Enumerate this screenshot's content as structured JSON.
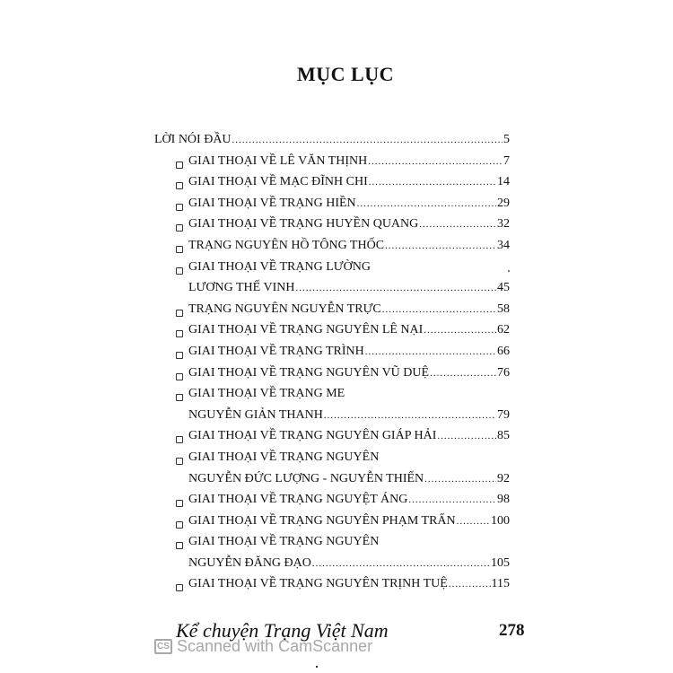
{
  "title": "MỤC LỤC",
  "entries": [
    {
      "lines": [
        "LỜI NÓI ĐẦU"
      ],
      "page": "5",
      "bullet": false
    },
    {
      "lines": [
        "GIAI THOẠI VỀ LÊ VĂN THỊNH"
      ],
      "page": "7",
      "bullet": true
    },
    {
      "lines": [
        "GIAI THOẠI VỀ MẠC ĐĨNH CHI"
      ],
      "page": "14",
      "bullet": true
    },
    {
      "lines": [
        "GIAI THOẠI VỀ TRẠNG HIỀN"
      ],
      "page": "29",
      "bullet": true
    },
    {
      "lines": [
        "GIAI THOẠI VỀ TRẠNG HUYỀN QUANG"
      ],
      "page": "32",
      "bullet": true
    },
    {
      "lines": [
        "TRẠNG NGUYÊN HỒ TÔNG THỐC"
      ],
      "page": "34",
      "bullet": true
    },
    {
      "lines": [
        "GIAI THOẠI VỀ  TRẠNG LƯỜNG",
        "LƯƠNG THẾ VINH"
      ],
      "page": "45",
      "bullet": true
    },
    {
      "lines": [
        "TRẠNG NGUYÊN NGUYỄN TRỰC"
      ],
      "page": "58",
      "bullet": true
    },
    {
      "lines": [
        "GIAI THOẠI VỀ TRẠNG NGUYÊN LÊ NẠI"
      ],
      "page": "62",
      "bullet": true
    },
    {
      "lines": [
        "GIAI THOẠI VỀ TRẠNG TRÌNH"
      ],
      "page": "66",
      "bullet": true
    },
    {
      "lines": [
        "GIAI THOẠI VỀ  TRẠNG NGUYÊN VŨ DUỆ"
      ],
      "page": "76",
      "bullet": true
    },
    {
      "lines": [
        "GIAI THOẠI VỀ  TRẠNG ME",
        "NGUYỄN GIẢN THANH"
      ],
      "page": "79",
      "bullet": true
    },
    {
      "lines": [
        "GIAI THOẠI VỀ  TRẠNG NGUYÊN GIÁP HẢI"
      ],
      "page": "85",
      "bullet": true
    },
    {
      "lines": [
        "GIAI THOẠI VỀ TRẠNG NGUYÊN",
        "NGUYỄN ĐỨC LƯỢNG  - NGUYỄN THIẾN"
      ],
      "page": "92",
      "bullet": true
    },
    {
      "lines": [
        "GIAI THOẠI VỀ TRẠNG NGUYỆT ÁNG"
      ],
      "page": "98",
      "bullet": true
    },
    {
      "lines": [
        "GIAI THOẠI VỀ TRẠNG NGUYÊN PHẠM TRẤN "
      ],
      "page": "100",
      "bullet": true
    },
    {
      "lines": [
        "GIAI THOẠI VỀ  TRẠNG NGUYÊN",
        "NGUYỄN ĐĂNG ĐẠO "
      ],
      "page": "105",
      "bullet": true
    },
    {
      "lines": [
        "GIAI THOẠI VỀ TRẠNG NGUYÊN TRỊNH TUỆ "
      ],
      "page": "115",
      "bullet": true
    }
  ],
  "footer": {
    "book_title": "Kể chuyện Trạng Việt Nam",
    "page_number": "278"
  },
  "watermark": {
    "logo": "CS",
    "text": "Scanned with CamScanner"
  }
}
